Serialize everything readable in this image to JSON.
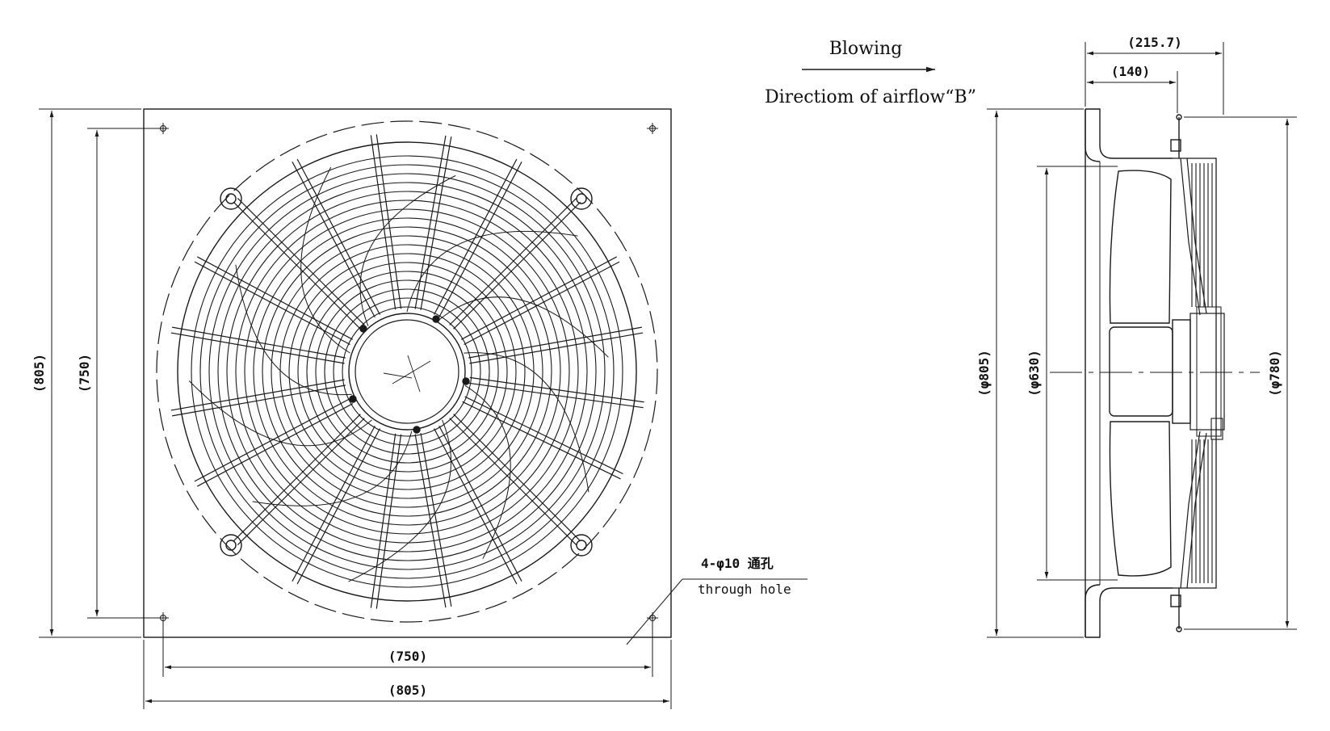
{
  "airflow": {
    "heading": "Blowing",
    "caption": "Directiom of airflow“B”"
  },
  "front_view": {
    "height_outer": "(805)",
    "height_holes": "(750)",
    "width_holes": "(750)",
    "width_outer": "(805)",
    "hole_note_line1": "4-φ10 通孔",
    "hole_note_line2": "through hole"
  },
  "side_view": {
    "depth_total": "(215.7)",
    "depth_flange": "(140)",
    "dia_plate": "(φ805)",
    "dia_blade": "(φ630)",
    "dia_guard": "(φ780)"
  },
  "colors": {
    "line": "#1a1a1a",
    "thin": "#333333"
  }
}
